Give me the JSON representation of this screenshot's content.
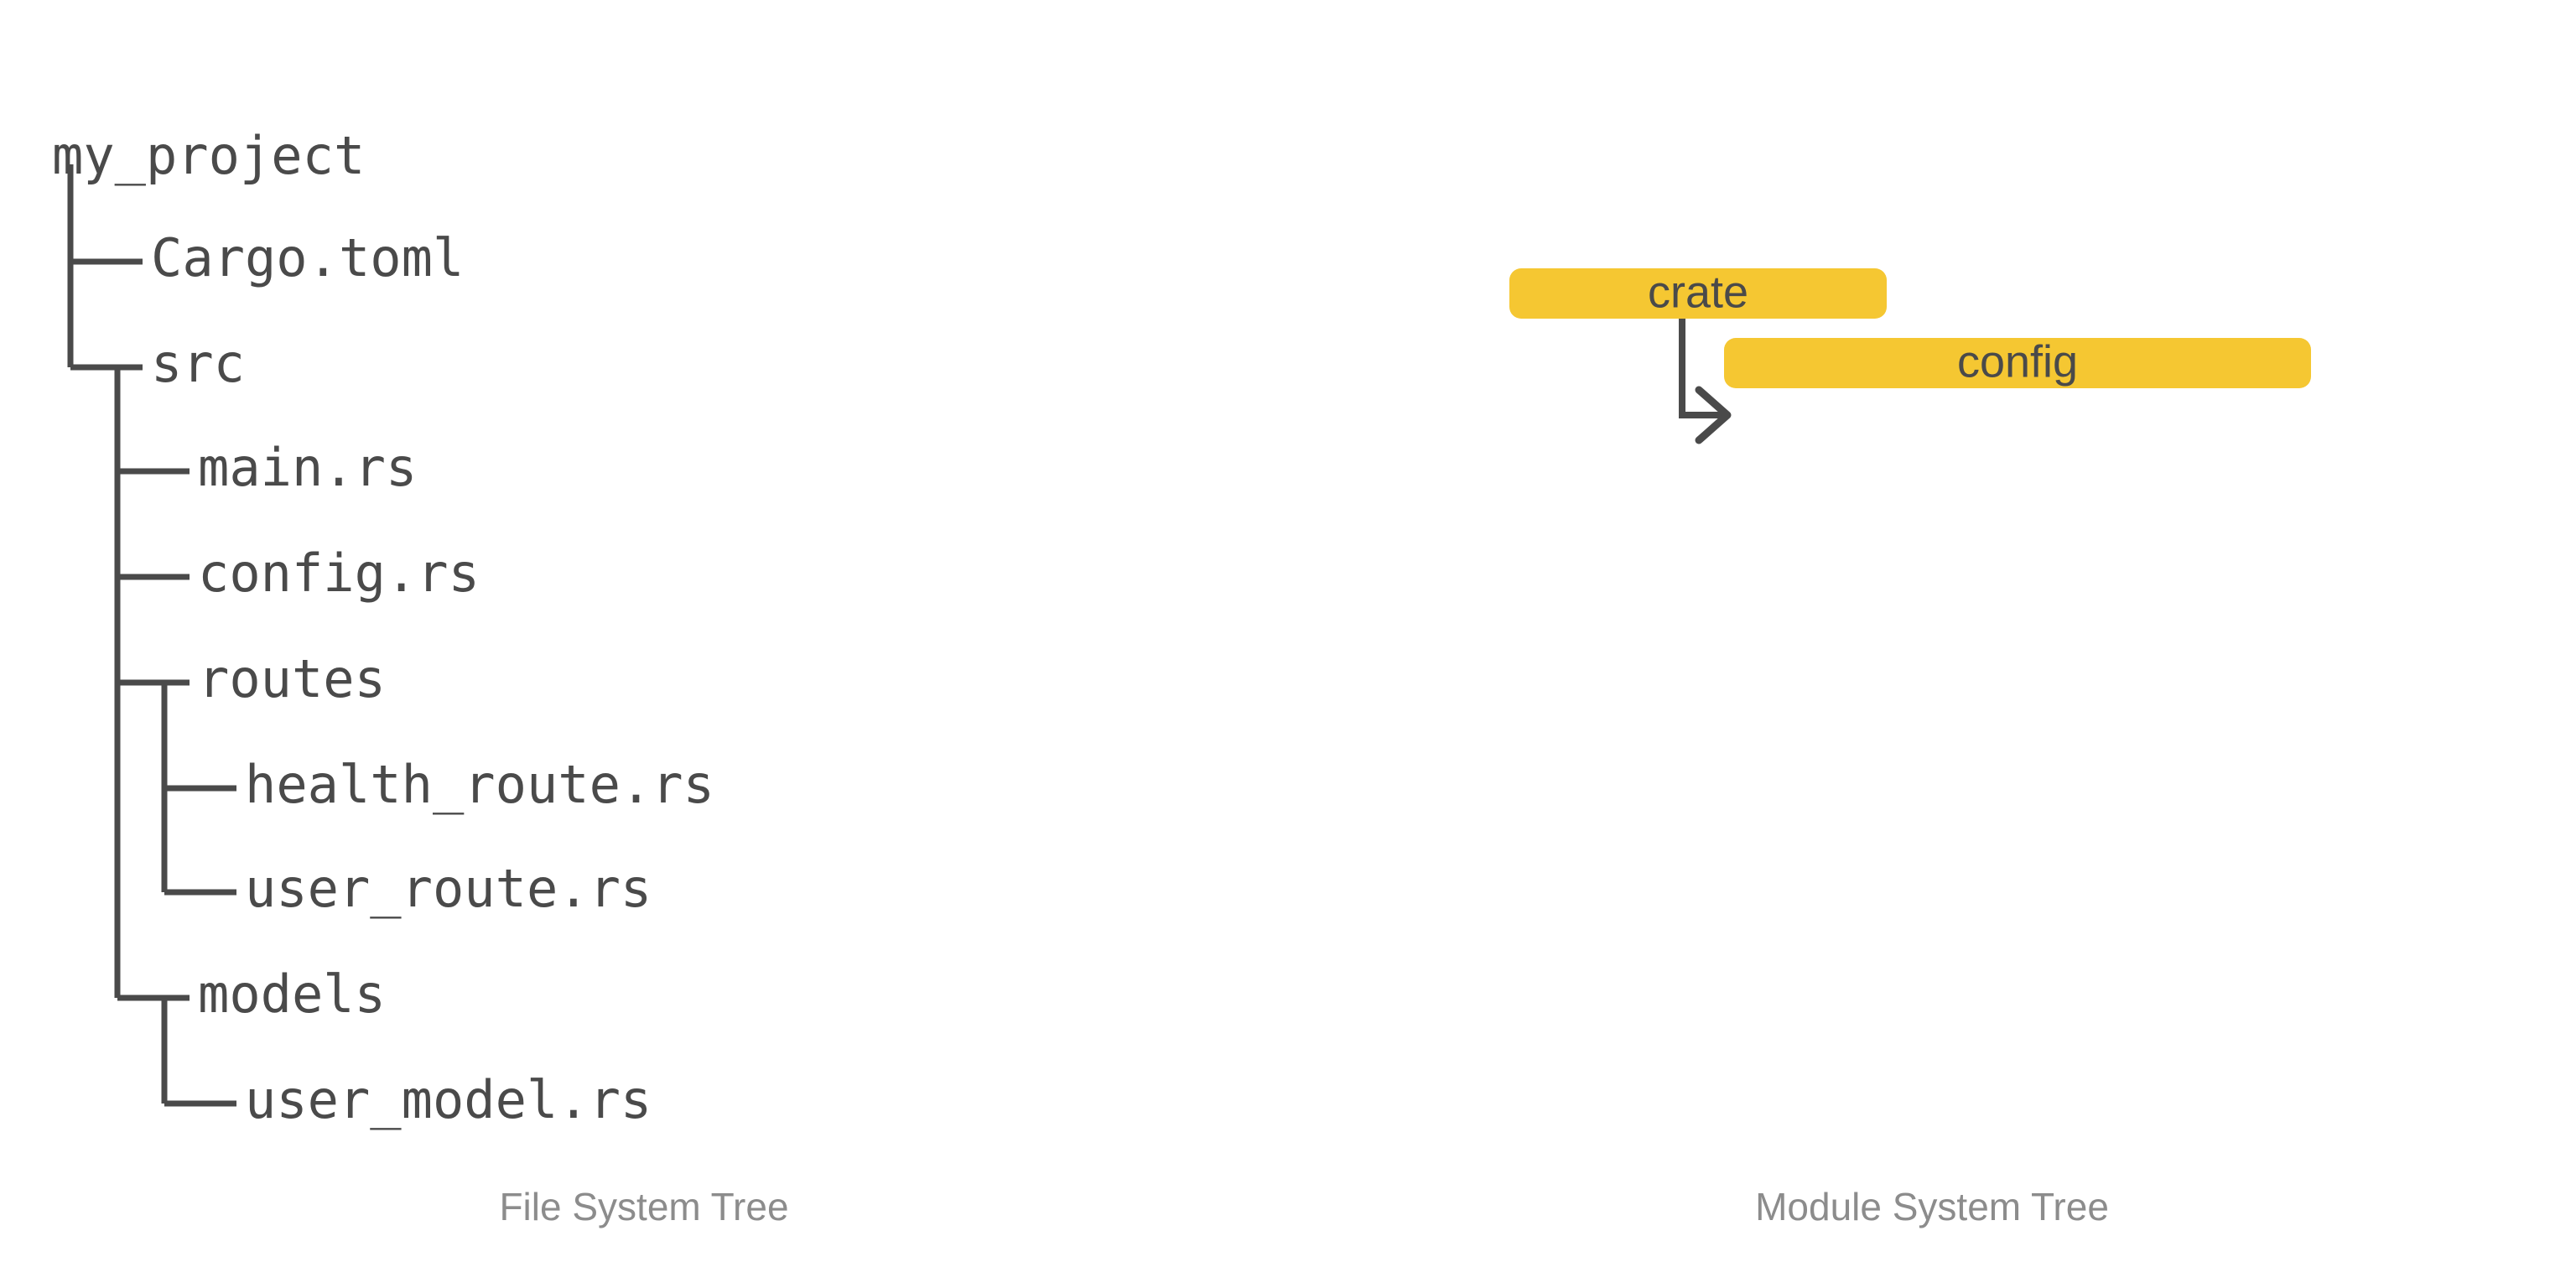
{
  "captions": {
    "left": "File System Tree",
    "right": "Module System Tree"
  },
  "colors": {
    "background": "#ffffff",
    "tree_line": "#4a4a4a",
    "tree_text": "#4a4a4a",
    "module_box_fill": "#f5c732",
    "module_box_text": "#4a4a4a",
    "module_edge": "#4a4a4a",
    "caption_text": "#8c8c8c"
  },
  "file_tree": {
    "root": "my_project",
    "nodes": [
      {
        "label": "my_project",
        "depth": 0,
        "kind": "dir",
        "connector": "root"
      },
      {
        "label": "Cargo.toml",
        "depth": 1,
        "kind": "file",
        "connector": "tee"
      },
      {
        "label": "src",
        "depth": 1,
        "kind": "dir",
        "connector": "elbow"
      },
      {
        "label": "main.rs",
        "depth": 2,
        "kind": "file",
        "connector": "tee"
      },
      {
        "label": "config.rs",
        "depth": 2,
        "kind": "file",
        "connector": "tee"
      },
      {
        "label": "routes",
        "depth": 2,
        "kind": "dir",
        "connector": "tee"
      },
      {
        "label": "health_route.rs",
        "depth": 3,
        "kind": "file",
        "connector": "tee"
      },
      {
        "label": "user_route.rs",
        "depth": 3,
        "kind": "file",
        "connector": "elbow"
      },
      {
        "label": "models",
        "depth": 2,
        "kind": "dir",
        "connector": "elbow"
      },
      {
        "label": "user_model.rs",
        "depth": 3,
        "kind": "file",
        "connector": "elbow"
      }
    ]
  },
  "module_tree": {
    "nodes": [
      {
        "id": "crate",
        "label": "crate"
      },
      {
        "id": "config",
        "label": "config"
      }
    ],
    "edges": [
      {
        "from": "crate",
        "to": "config",
        "style": "elbow-arrow"
      }
    ]
  }
}
